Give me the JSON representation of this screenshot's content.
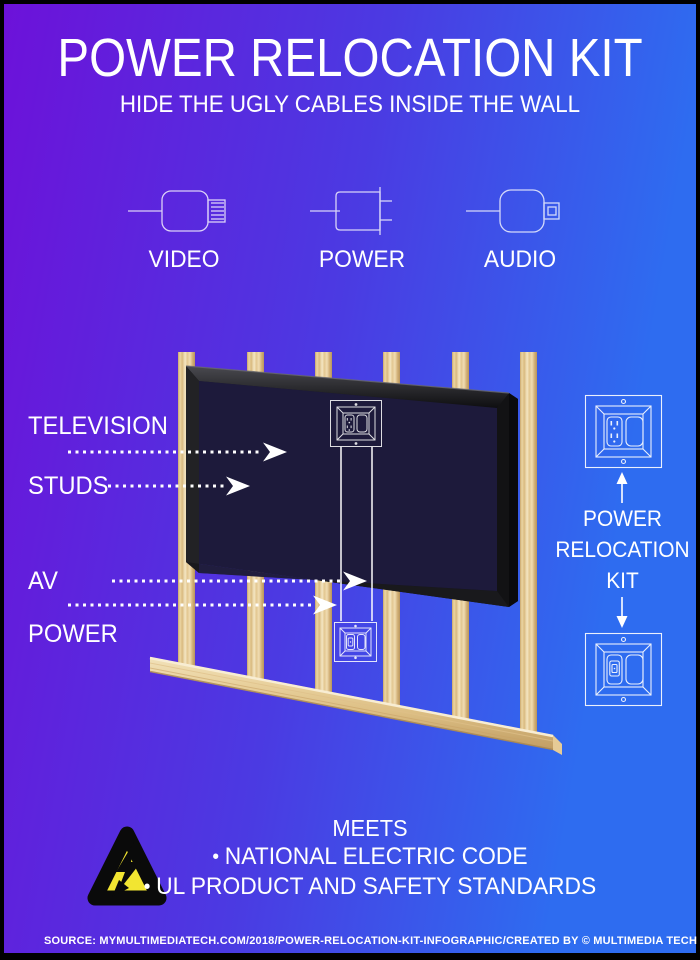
{
  "header": {
    "title": "POWER RELOCATION KIT",
    "subtitle": "HIDE THE UGLY CABLES INSIDE THE WALL"
  },
  "connectors": {
    "video_label": "VIDEO",
    "power_label": "POWER",
    "audio_label": "AUDIO"
  },
  "wall_labels": {
    "television": "TELEVISION",
    "studs": "STUDS",
    "av": "AV",
    "power": "POWER"
  },
  "kit_label": {
    "line1": "POWER",
    "line2": "RELOCATION",
    "line3": "KIT"
  },
  "compliance": {
    "heading": "MEETS",
    "bullet": "•",
    "item1": "NATIONAL ELECTRIC CODE",
    "item2": "UL PRODUCT AND SAFETY STANDARDS"
  },
  "footer": {
    "source": "SOURCE:  MYMULTIMEDIATECH.COM/2018/POWER-RELOCATION-KIT-INFOGRAPHIC/",
    "credit": "CREATED BY © MULTIMEDIA TECH"
  },
  "colors": {
    "bg_gradient_from": "#6d11d9",
    "bg_gradient_to": "#2e6cf0",
    "warning_yellow": "#f2e531",
    "wood": "#ecd6a4",
    "tv_frame": "#121214",
    "line_white": "#ffffff"
  }
}
